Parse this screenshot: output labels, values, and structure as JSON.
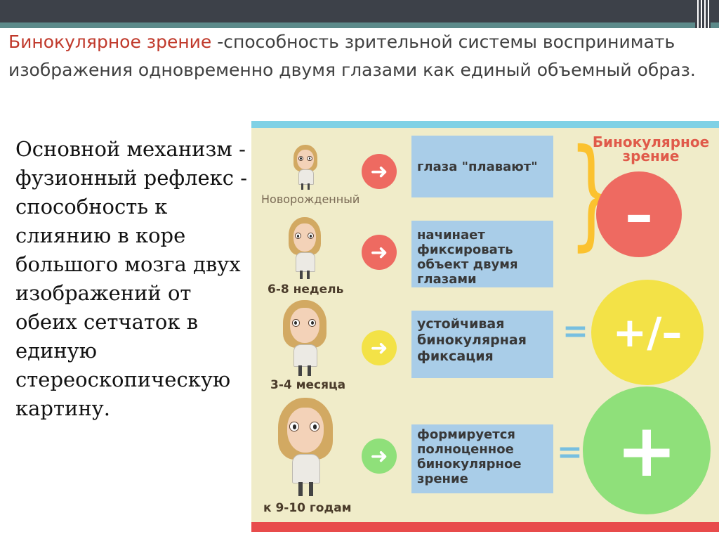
{
  "heading": {
    "term": "Бинокулярное зрение",
    "definition": " -способность зрительной системы воспринимать изображения одновременно двумя глазами как единый объемный образ."
  },
  "left_text": "Основной механизм - фузионный рефлекс - способность к слиянию в коре большого мозга двух изображений от обеих сетчаток в единую стереоскопическую картину.",
  "infographic": {
    "result_title": "Бинокулярное зрение",
    "stages": [
      {
        "age": "Новорожденный",
        "description": "глаза \"плавают\"",
        "arrow_color": "#ee6a61"
      },
      {
        "age": "6-8 недель",
        "description": "начинает фиксировать объект двумя глазами",
        "arrow_color": "#ee6a61"
      },
      {
        "age": "3-4 месяца",
        "description": "устойчивая бинокулярная фиксация",
        "arrow_color": "#f3e247"
      },
      {
        "age": "к 9-10 годам",
        "description": "формируется полноценное бинокулярное зрение",
        "arrow_color": "#8fe07a"
      }
    ],
    "results": [
      {
        "symbol": "–",
        "color": "#ee6a61"
      },
      {
        "symbol": "+/–",
        "color": "#f3e247"
      },
      {
        "symbol": "+",
        "color": "#8fe07a"
      }
    ],
    "equals_sign": "=",
    "arrow_glyph": "➜",
    "colors": {
      "background": "#f0ecc9",
      "box": "#a9cde8",
      "top_line": "#7fd1e5",
      "bottom_line": "#e84b4b",
      "brace": "#fbc22f"
    }
  }
}
